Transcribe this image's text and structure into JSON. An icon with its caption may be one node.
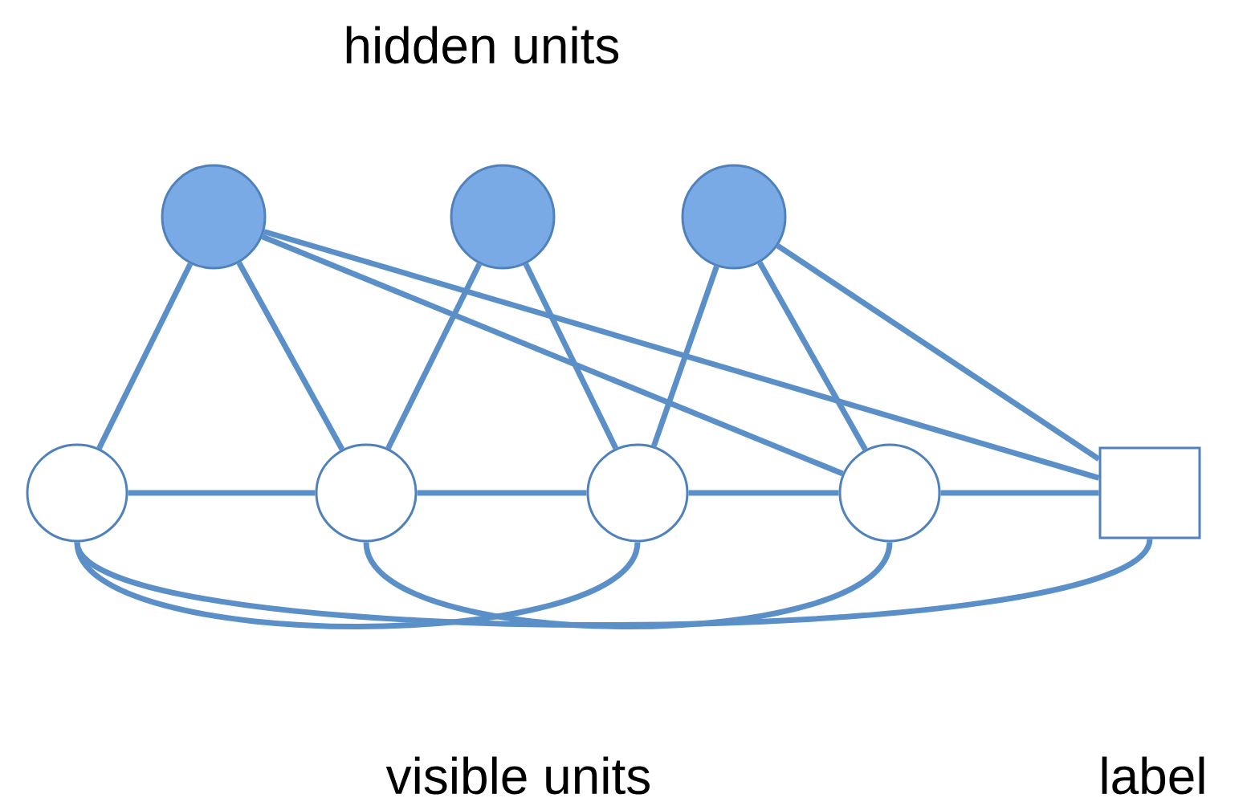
{
  "diagram": {
    "nodes": [
      {
        "text": [],
        "shape": "circle"
      },
      {
        "text": [],
        "shape": "circle"
      },
      {
        "text": [],
        "shape": "circle"
      },
      {
        "text": [],
        "shape": "circle"
      },
      {
        "text": [],
        "shape": "circle"
      },
      {
        "text": [],
        "shape": "circle"
      },
      {
        "text": [],
        "shape": "circle"
      },
      {
        "text": [],
        "shape": "box"
      }
    ],
    "edges": [
      {
        "from": 0,
        "to": 3,
        "arrow": "none"
      },
      {
        "from": 0,
        "to": 4,
        "arrow": "none"
      },
      {
        "from": 0,
        "to": 6,
        "arrow": "none"
      },
      {
        "from": 0,
        "to": 7,
        "arrow": "none"
      },
      {
        "from": 1,
        "to": 4,
        "arrow": "none"
      },
      {
        "from": 1,
        "to": 5,
        "arrow": "none"
      },
      {
        "from": 2,
        "to": 5,
        "arrow": "none"
      },
      {
        "from": 2,
        "to": 6,
        "arrow": "none"
      },
      {
        "from": 2,
        "to": 7,
        "arrow": "none"
      },
      {
        "from": 3,
        "to": 4,
        "arrow": "none"
      },
      {
        "from": 4,
        "to": 5,
        "arrow": "none"
      },
      {
        "from": 5,
        "to": 6,
        "arrow": "none"
      },
      {
        "from": 6,
        "to": 7,
        "arrow": "none"
      },
      {
        "from": 3,
        "to": 5,
        "arrow": "none"
      },
      {
        "from": 3,
        "to": 7,
        "arrow": "none"
      },
      {
        "from": 4,
        "to": 6,
        "arrow": "none"
      }
    ],
    "labels": [
      "hidden units",
      "visible units",
      "label"
    ]
  }
}
